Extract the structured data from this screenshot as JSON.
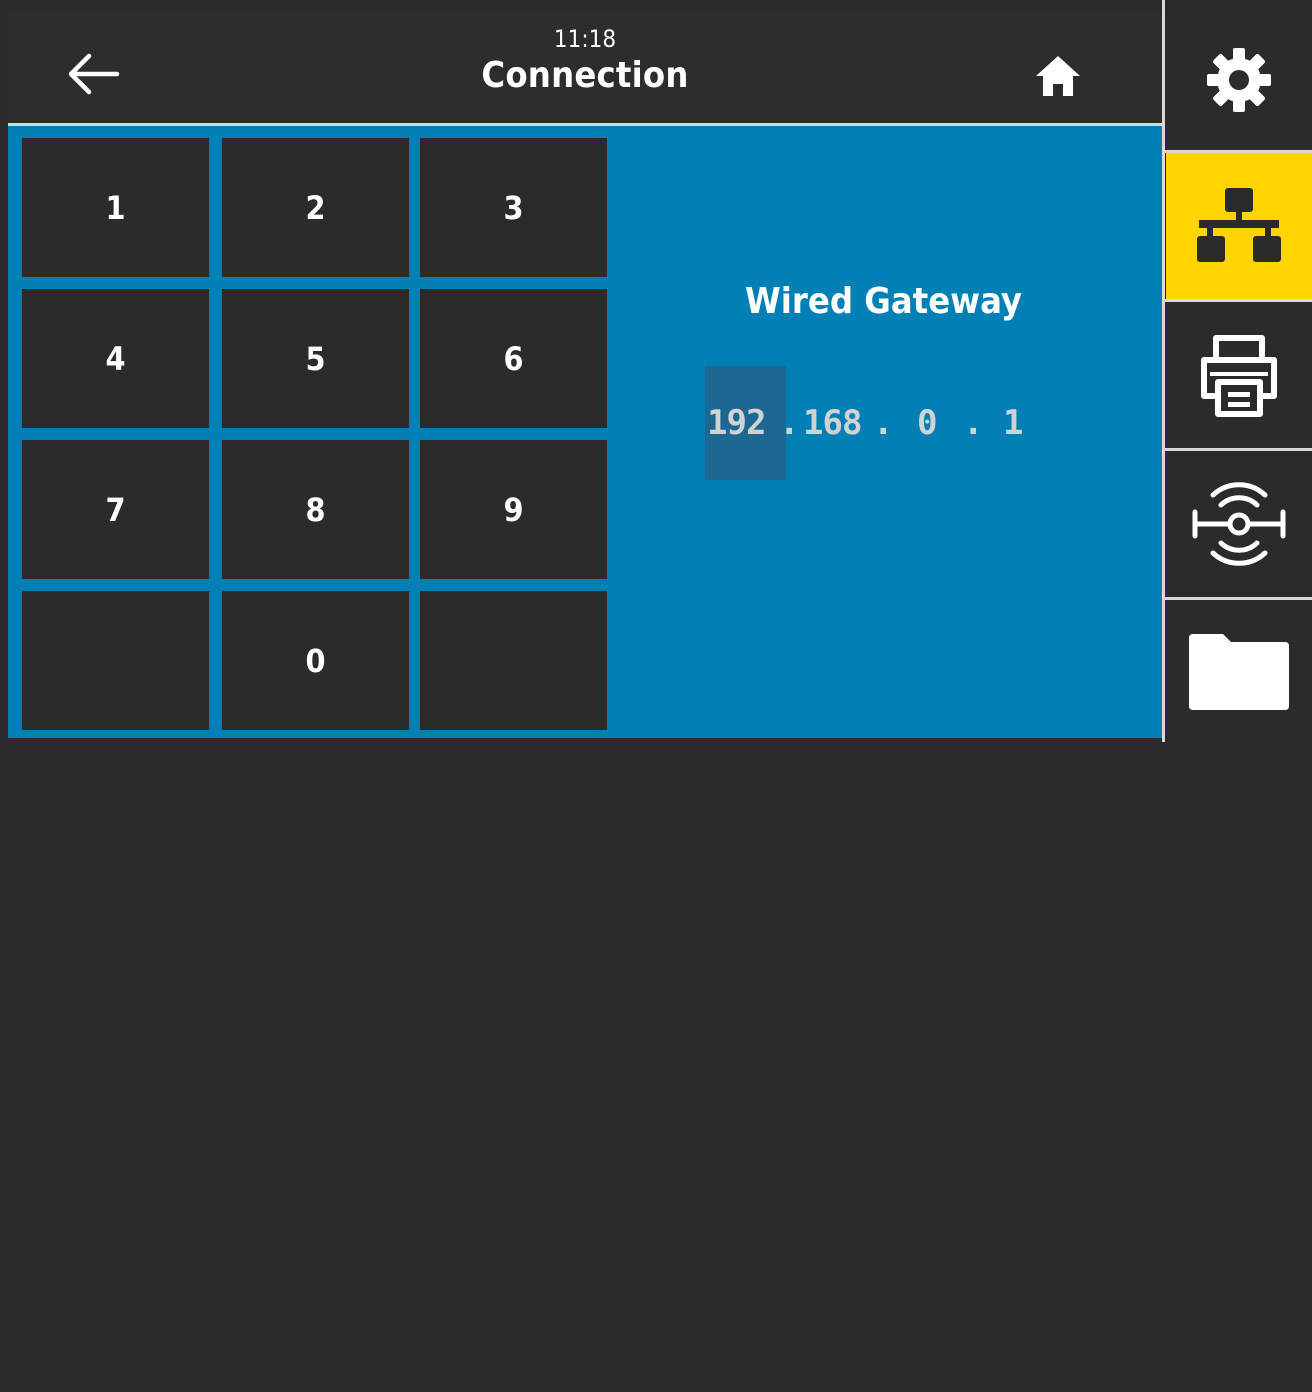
{
  "header": {
    "clock": "11:18",
    "title": "Connection"
  },
  "keypad": {
    "keys": [
      "1",
      "2",
      "3",
      "4",
      "5",
      "6",
      "7",
      "8",
      "9",
      "",
      "0",
      ""
    ]
  },
  "field": {
    "label": "Wired Gateway",
    "octets": [
      "192",
      "168",
      "0",
      "1"
    ],
    "separator": "."
  },
  "sidebar": {
    "items": [
      {
        "icon": "gear-icon"
      },
      {
        "icon": "network-icon",
        "active": true
      },
      {
        "icon": "printer-icon"
      },
      {
        "icon": "rfid-icon"
      },
      {
        "icon": "folder-icon"
      }
    ]
  },
  "colors": {
    "accent_blue": "#0180b5",
    "selected_octet": "#1d6893",
    "active_tab": "#ffd400",
    "dark": "#2b2b2b"
  }
}
